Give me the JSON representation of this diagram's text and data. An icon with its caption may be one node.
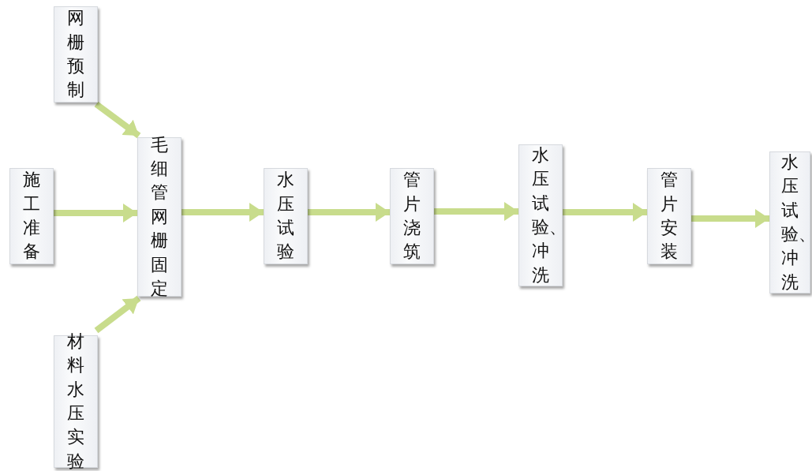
{
  "diagram": {
    "nodes": [
      {
        "text": [
          "网栅预制"
        ]
      },
      {
        "text": [
          "施工准备"
        ]
      },
      {
        "text": [
          "毛细管网栅固定"
        ]
      },
      {
        "text": [
          "材料水压实验"
        ]
      },
      {
        "text": [
          "水压试验"
        ]
      },
      {
        "text": [
          "管片浇筑"
        ]
      },
      {
        "text": [
          "水压试验、冲洗"
        ]
      },
      {
        "text": [
          "管片安装"
        ]
      },
      {
        "text": [
          "水压试验、冲洗"
        ]
      }
    ],
    "edges": [
      {
        "from": 0,
        "to": 2,
        "arrow": "to"
      },
      {
        "from": 1,
        "to": 2,
        "arrow": "to"
      },
      {
        "from": 3,
        "to": 2,
        "arrow": "to"
      },
      {
        "from": 2,
        "to": 4,
        "arrow": "to"
      },
      {
        "from": 4,
        "to": 5,
        "arrow": "to"
      },
      {
        "from": 5,
        "to": 6,
        "arrow": "to"
      },
      {
        "from": 6,
        "to": 7,
        "arrow": "to"
      },
      {
        "from": 7,
        "to": 8,
        "arrow": "to"
      }
    ]
  }
}
